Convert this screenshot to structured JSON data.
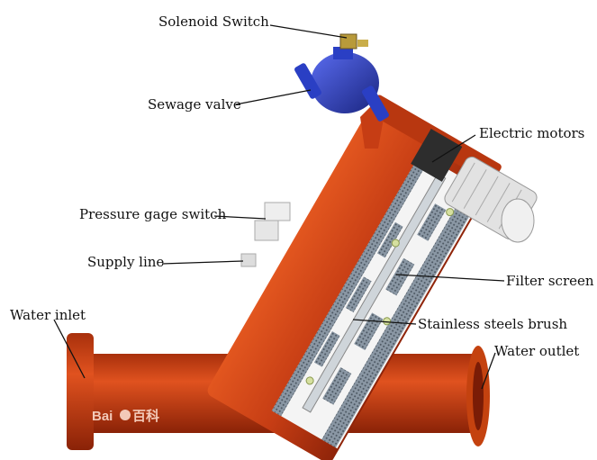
{
  "title": "Self-cleaning filter diagram",
  "labels": {
    "solenoid_switch": "Solenoid Switch",
    "sewage_valve": "Sewage valve",
    "electric_motors": "Electric motors",
    "pressure_gage_switch": "Pressure gage switch",
    "supply_line": "Supply line",
    "filter_screen": "Filter screen",
    "water_inlet": "Water inlet",
    "stainless_steels_brush": "Stainless steels brush",
    "water_outlet": "Water outlet"
  },
  "watermark": {
    "text": "Bai",
    "suffix": "百科"
  },
  "colors": {
    "body": "#d2451a",
    "body_dark": "#8f2409",
    "valve": "#2a3fc4",
    "motor": "#d9d9d9",
    "screen": "#5d6b78"
  }
}
